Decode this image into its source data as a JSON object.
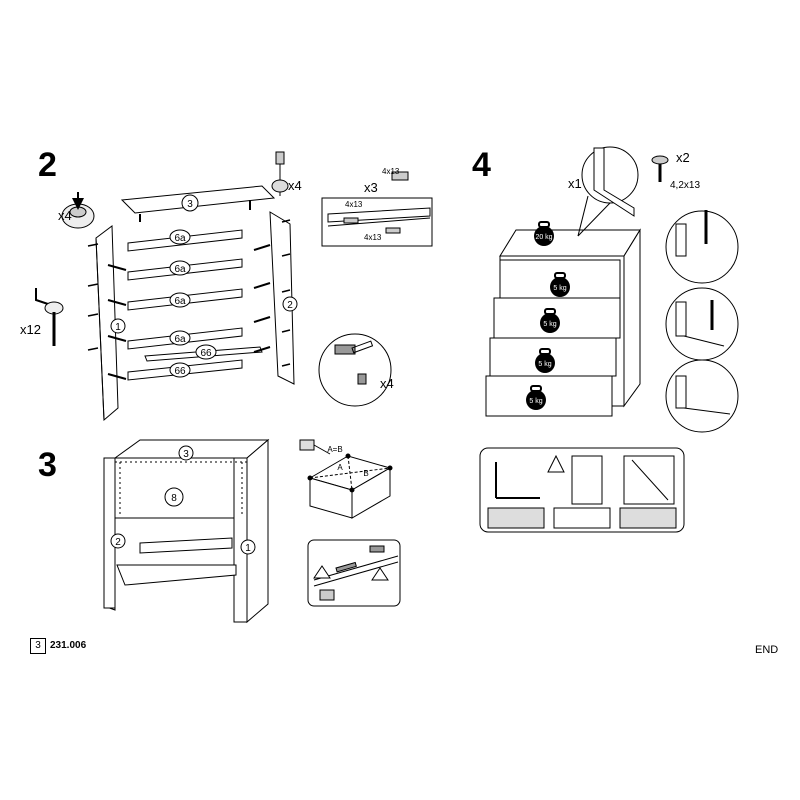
{
  "steps": {
    "step2": {
      "number": "2",
      "qty_cam_left": "x4",
      "qty_cam_right": "x4",
      "qty_screw": "x3",
      "qty_dowel": "x12",
      "qty_hammer": "x4",
      "screw_label_top": "4x13",
      "screw_label_a": "4x13",
      "screw_label_b": "4x13",
      "parts": {
        "top": "3",
        "rail1": "6a",
        "rail2": "6a",
        "rail3": "6a",
        "rail4": "6a",
        "rail5": "66",
        "rail6": "66",
        "side_left": "1",
        "side_right": "2"
      }
    },
    "step3": {
      "number": "3",
      "top": "3",
      "back": "8",
      "side_left": "2",
      "side_right": "1",
      "diag_label": "A=B",
      "diag_a": "A",
      "diag_b": "B"
    },
    "step4": {
      "number": "4",
      "qty_bracket": "x1",
      "qty_screw": "x2",
      "screw_size": "4,2x13",
      "weights": [
        "20 kg",
        "5 kg",
        "5 kg",
        "5 kg",
        "5 kg"
      ]
    }
  },
  "footer": {
    "page": "3",
    "code": "231.006",
    "end": "END"
  }
}
